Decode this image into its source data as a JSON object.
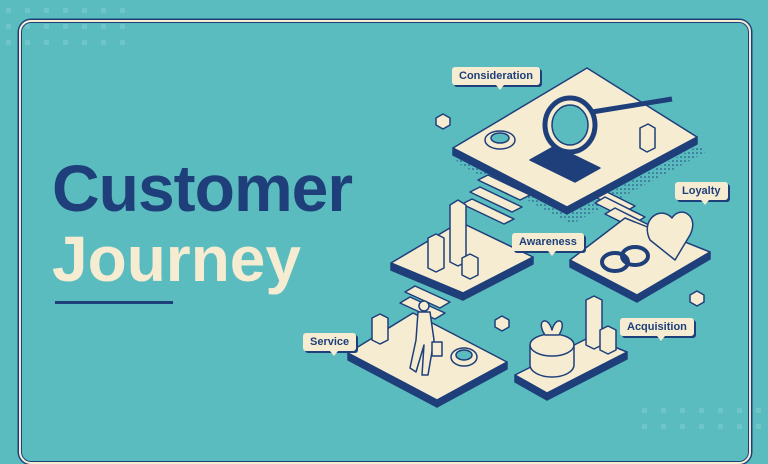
{
  "title": {
    "line1": "Customer",
    "line2": "Journey"
  },
  "stages": {
    "consideration": "Consideration",
    "loyalty": "Loyalty",
    "awareness": "Awareness",
    "acquisition": "Acquisition",
    "service": "Service"
  },
  "colors": {
    "background": "#5bbcc0",
    "navy": "#1e3f7a",
    "cream": "#f6ecd2"
  }
}
